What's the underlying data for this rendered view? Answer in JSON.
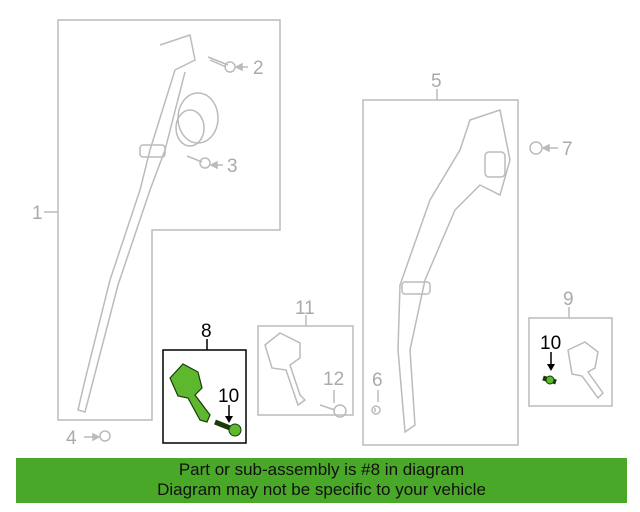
{
  "diagram": {
    "callouts": {
      "c1": "1",
      "c2": "2",
      "c3": "3",
      "c4": "4",
      "c5": "5",
      "c6": "6",
      "c7": "7",
      "c8": "8",
      "c9": "9",
      "c10a": "10",
      "c10b": "10",
      "c11": "11",
      "c12": "12"
    },
    "highlight_part": "8",
    "colors": {
      "highlight": "#5db82f",
      "frame_active": "#000000",
      "frame_inactive": "#bbbbbb",
      "banner": "#4aa829"
    }
  },
  "banner": {
    "line1": "Part or sub-assembly is #8 in diagram",
    "line2": "Diagram may not be specific to your vehicle"
  }
}
